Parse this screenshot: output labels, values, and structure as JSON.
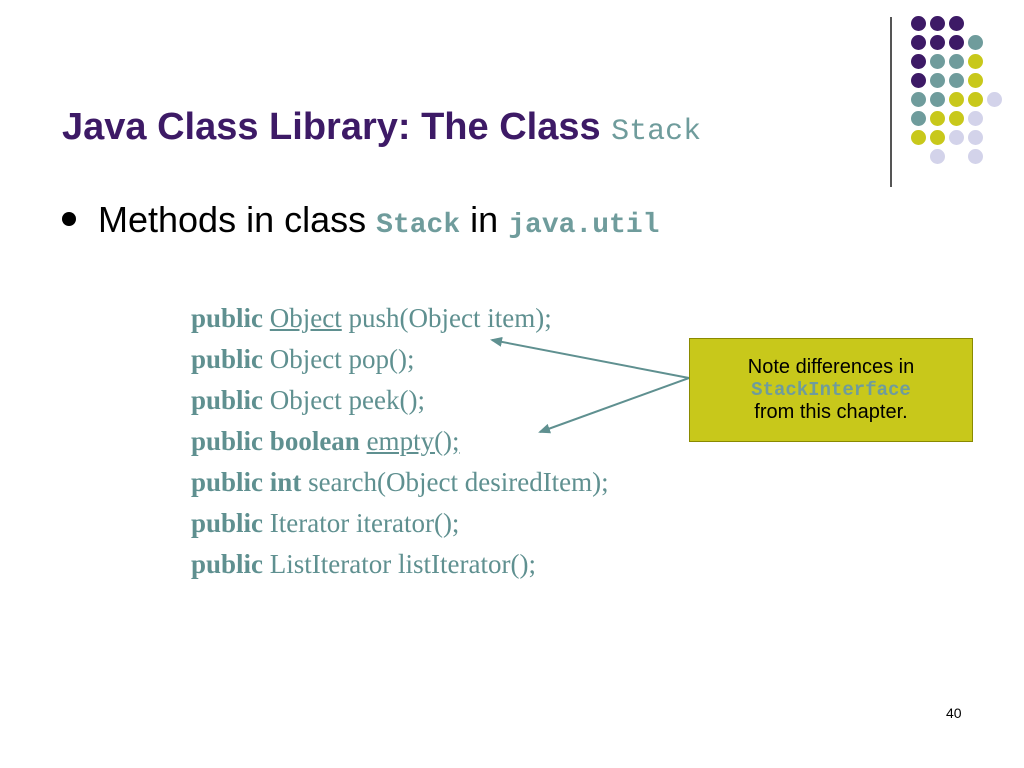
{
  "colors": {
    "purple": "#3d1a66",
    "teal": "#6f9c9c",
    "yellow": "#c8c81b",
    "lavender": "#d3d3ea"
  },
  "slide": {
    "title_text": "Java Class Library: The Class",
    "title_code": "Stack",
    "bullet": {
      "prefix": "Methods in class",
      "class_name": "Stack",
      "middle": "in",
      "package": "java.util"
    },
    "methods": [
      {
        "modifier": "public",
        "type": "Object",
        "rest": "push(Object item);"
      },
      {
        "modifier": "public",
        "type": "Object",
        "rest": "pop();"
      },
      {
        "modifier": "public",
        "type": "Object",
        "rest": "peek();"
      },
      {
        "modifier": "public",
        "type": "boolean",
        "rest": "empty();"
      },
      {
        "modifier": "public",
        "type": "int",
        "rest": "search(Object desiredItem);"
      },
      {
        "modifier": "public",
        "type": "Iterator",
        "rest": "iterator();"
      },
      {
        "modifier": "public",
        "type": "ListIterator",
        "rest": "listIterator();"
      }
    ],
    "note": {
      "line1": "Note differences in",
      "code": "StackInterface",
      "line3": "from this chapter."
    },
    "page_number": "40"
  }
}
